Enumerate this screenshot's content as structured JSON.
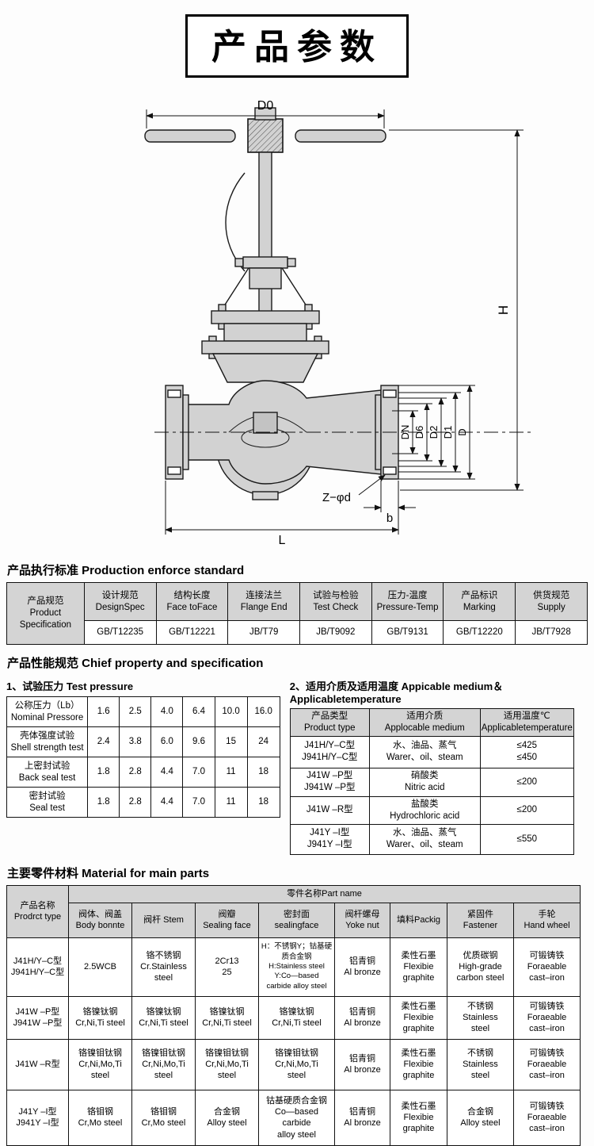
{
  "page": {
    "title": "产品参数"
  },
  "drawing": {
    "dims": {
      "d0": "D0",
      "h": "H",
      "dn": "DN",
      "d6": "D6",
      "d2": "D2",
      "d1": "D1",
      "d": "D",
      "zfd": "Z−φd",
      "b": "b",
      "l": "L"
    }
  },
  "standards": {
    "heading": "产品执行标准 Production enforce standard",
    "row_header": "产品规范\nProduct\nSpecification",
    "columns": [
      {
        "header": "设计规范\nDesignSpec",
        "value": "GB/T12235"
      },
      {
        "header": "结构长度\nFace toFace",
        "value": "GB/T12221"
      },
      {
        "header": "连接法兰\nFlange End",
        "value": "JB/T79"
      },
      {
        "header": "试验与检验\nTest Check",
        "value": "JB/T9092"
      },
      {
        "header": "压力-温度\nPressure-Temp",
        "value": "GB/T9131"
      },
      {
        "header": "产品标识\nMarking",
        "value": "GB/T12220"
      },
      {
        "header": "供货规范\nSupply",
        "value": "JB/T7928"
      }
    ]
  },
  "properties": {
    "heading": "产品性能规范 Chief property and specification",
    "pressure": {
      "subheading": "1、试验压力 Test pressure",
      "rows": [
        {
          "label": "公称压力（Lb）\nNominal Pressore",
          "values": [
            "1.6",
            "2.5",
            "4.0",
            "6.4",
            "10.0",
            "16.0"
          ]
        },
        {
          "label": "壳体强度试验\nShell strength test",
          "values": [
            "2.4",
            "3.8",
            "6.0",
            "9.6",
            "15",
            "24"
          ]
        },
        {
          "label": "上密封试验\nBack seal test",
          "values": [
            "1.8",
            "2.8",
            "4.4",
            "7.0",
            "11",
            "18"
          ]
        },
        {
          "label": "密封试验\nSeal test",
          "values": [
            "1.8",
            "2.8",
            "4.4",
            "7.0",
            "11",
            "18"
          ]
        }
      ]
    },
    "medium": {
      "subheading": "2、适用介质及适用温度 Appicable medium＆Applicabletemperature",
      "headers": [
        "产品类型\nProduct type",
        "适用介质\nApplocable medium",
        "适用温度℃\nApplicabletemperature"
      ],
      "rows": [
        {
          "type": "J41H/Y–C型\nJ941H/Y–C型",
          "medium": "水、油品、蒸气\nWarer、oil、steam",
          "temp": "≤425\n≤450"
        },
        {
          "type": "J41W –P型\nJ941W –P型",
          "medium": "硝酸类\nNitric acid",
          "temp": "≤200"
        },
        {
          "type": "J41W –R型",
          "medium": "盐酸类\nHydrochloric acid",
          "temp": "≤200"
        },
        {
          "type": "J41Y –I型\nJ941Y –I型",
          "medium": "水、油品、蒸气\nWarer、oil、steam",
          "temp": "≤550"
        }
      ]
    }
  },
  "materials": {
    "heading": "主要零件材料 Material for main parts",
    "col_product": "产品名称\nProdrct type",
    "part_name_header": "零件名称Part name",
    "part_headers": [
      "阀体、阀盖\nBody bonnte",
      "阀杆 Stem",
      "阀瓣\nSealing face",
      "密封面\nsealingface",
      "阀杆螺母\nYoke nut",
      "填料Packig",
      "紧固件\nFastener",
      "手轮\nHand wheel"
    ],
    "rows": [
      {
        "type": "J41H/Y–C型\nJ941H/Y–C型",
        "cells": [
          "2.5WCB",
          "铬不锈钢\nCr.Stainless\nsteel",
          "2Cr13\n25",
          "H：不锈钢Y；钴基硬质合金钢\nH:Stainless steel\nY:Co—based\ncarbide alloy steel",
          "铝青铜\nAl bronze",
          "柔性石墨\nFlexibie\ngraphite",
          "优质碳钢\nHigh-grade\ncarbon steel",
          "可锻铸铁\nForaeable\ncast–iron"
        ]
      },
      {
        "type": "J41W –P型\nJ941W –P型",
        "cells": [
          "铬镍钛钢\nCr,Ni,Ti steel",
          "铬镍钛钢\nCr,Ni,Ti steel",
          "铬镍钛钢\nCr,Ni,Ti steel",
          "铬镍钛钢\nCr,Ni,Ti steel",
          "铝青铜\nAl bronze",
          "柔性石墨\nFlexibie\ngraphite",
          "不锈钢\nStainless\nsteel",
          "可锻铸铁\nForaeable\ncast–iron"
        ]
      },
      {
        "type": "J41W –R型",
        "cells": [
          "铬镍钼钛钢\nCr,Ni,Mo,Ti\nsteel",
          "铬镍钼钛钢\nCr,Ni,Mo,Ti\nsteel",
          "铬镍钼钛钢\nCr,Ni,Mo,Ti\nsteel",
          "铬镍钼钛钢\nCr,Ni,Mo,Ti\nsteel",
          "铝青铜\nAl bronze",
          "柔性石墨\nFlexibie\ngraphite",
          "不锈钢\nStainless\nsteel",
          "可锻铸铁\nForaeable\ncast–iron"
        ]
      },
      {
        "type": "J41Y –I型\nJ941Y –I型",
        "cells": [
          "铬钼钢\nCr,Mo steel",
          "铬钼钢\nCr,Mo steel",
          "合金钢\nAlloy steel",
          "钴基硬质合金钢\nCo—based\ncarbide\nalloy steel",
          "铝青铜\nAl bronze",
          "柔性石墨\nFlexibie\ngraphite",
          "合金钢\nAlloy steel",
          "可锻铸铁\nForaeable\ncast–iron"
        ]
      }
    ]
  }
}
